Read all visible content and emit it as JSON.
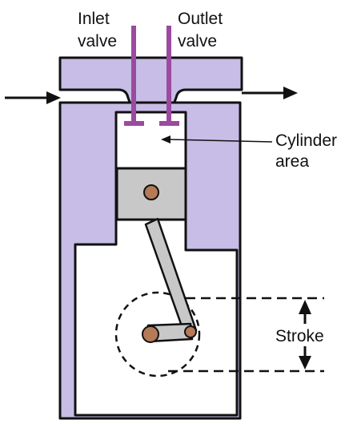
{
  "labels": {
    "inlet_line1": "Inlet",
    "inlet_line2": "valve",
    "outlet_line1": "Outlet",
    "outlet_line2": "valve",
    "cylinder_line1": "Cylinder",
    "cylinder_line2": "area",
    "stroke": "Stroke"
  },
  "colors": {
    "engine_body": "#c7bde6",
    "valve": "#9b4aa0",
    "piston": "#c8c8c8",
    "pin": "#b57a56",
    "outline": "#111111"
  }
}
